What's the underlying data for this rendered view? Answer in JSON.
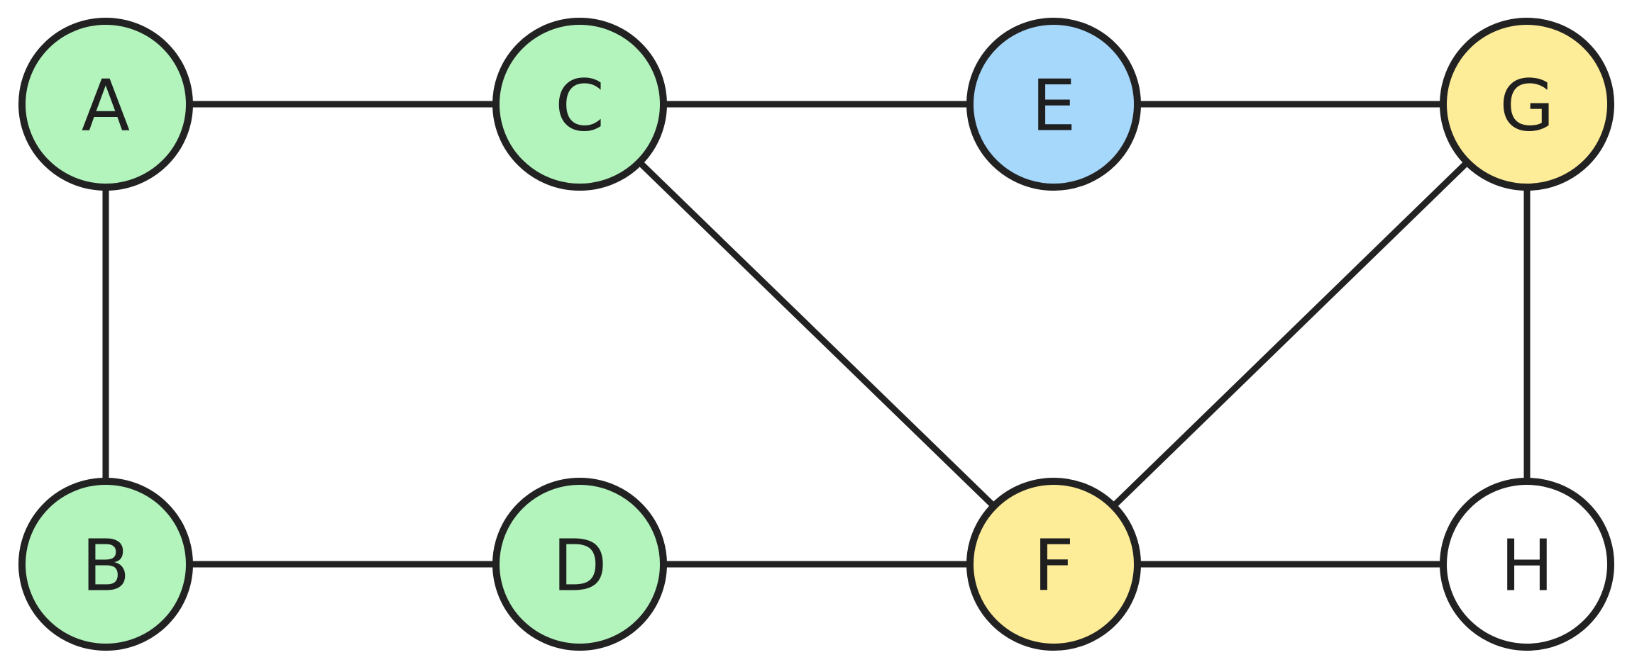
{
  "diagram": {
    "type": "undirected-graph",
    "colors": {
      "stroke": "#222222",
      "green": "#b3f4bd",
      "blue": "#a6d8fc",
      "yellow": "#fdec98",
      "white": "#ffffff"
    },
    "nodes": [
      {
        "id": "A",
        "label": "A",
        "color": "#b3f4bd"
      },
      {
        "id": "B",
        "label": "B",
        "color": "#b3f4bd"
      },
      {
        "id": "C",
        "label": "C",
        "color": "#b3f4bd"
      },
      {
        "id": "D",
        "label": "D",
        "color": "#b3f4bd"
      },
      {
        "id": "E",
        "label": "E",
        "color": "#a6d8fc"
      },
      {
        "id": "F",
        "label": "F",
        "color": "#fdec98"
      },
      {
        "id": "G",
        "label": "G",
        "color": "#fdec98"
      },
      {
        "id": "H",
        "label": "H",
        "color": "#ffffff"
      }
    ],
    "edges": [
      [
        "A",
        "C"
      ],
      [
        "C",
        "E"
      ],
      [
        "E",
        "G"
      ],
      [
        "A",
        "B"
      ],
      [
        "G",
        "H"
      ],
      [
        "B",
        "D"
      ],
      [
        "D",
        "F"
      ],
      [
        "F",
        "H"
      ],
      [
        "C",
        "F"
      ],
      [
        "G",
        "F"
      ]
    ]
  }
}
